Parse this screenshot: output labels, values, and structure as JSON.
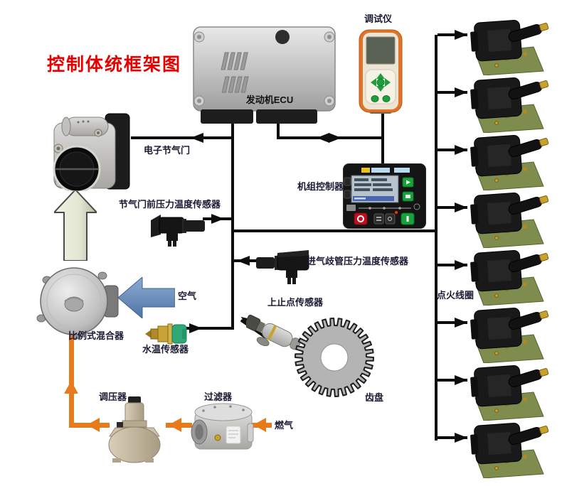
{
  "title": "控制体统框架图",
  "components": {
    "ecu": {
      "label": "发动机ECU"
    },
    "debugger": {
      "label": "调试仪"
    },
    "controller": {
      "label": "机组控制器"
    },
    "throttle": {
      "label": "电子节气门"
    },
    "pre_throttle_sensor": {
      "label": "节气门前压力温度传感器"
    },
    "manifold_sensor": {
      "label": "进气歧管压力温度传感器"
    },
    "tdc_sensor": {
      "label": "上止点传感器"
    },
    "air": {
      "label": "空气"
    },
    "mixer": {
      "label": "比例式混合器"
    },
    "water_temp_sensor": {
      "label": "水温传感器"
    },
    "regulator": {
      "label": "调压器"
    },
    "filter": {
      "label": "过滤器"
    },
    "gas": {
      "label": "燃气"
    },
    "gear": {
      "label": "齿盘"
    },
    "ignition_coils": {
      "label": "点火线圈",
      "count": 8
    }
  },
  "colors": {
    "title": "#e60000",
    "label": "#1a1a33",
    "signal_line": "#0d0d0d",
    "gas_line": "#e87a1c",
    "air_arrow": "#5d86b8"
  }
}
